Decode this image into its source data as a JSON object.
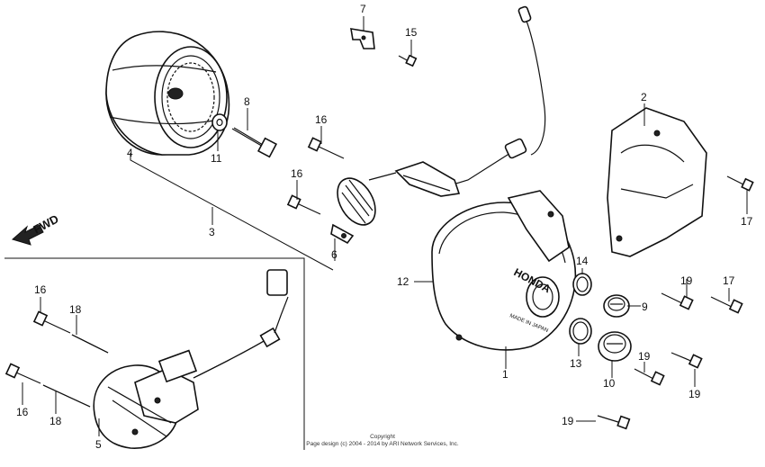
{
  "diagram": {
    "direction_label": "FWD",
    "copyright_line1": "Copyright",
    "copyright_line2": "Page design (c) 2004 - 2014 by ARI Network Services, Inc.",
    "cover_marking_brand": "HONDA",
    "cover_marking_origin": "MADE IN JAPAN"
  },
  "callouts": [
    {
      "id": "p7",
      "label": "7"
    },
    {
      "id": "p15",
      "label": "15"
    },
    {
      "id": "p8",
      "label": "8"
    },
    {
      "id": "p11",
      "label": "11"
    },
    {
      "id": "p4",
      "label": "4"
    },
    {
      "id": "p16a",
      "label": "16"
    },
    {
      "id": "p16b",
      "label": "16"
    },
    {
      "id": "p3",
      "label": "3"
    },
    {
      "id": "p6",
      "label": "6"
    },
    {
      "id": "p2",
      "label": "2"
    },
    {
      "id": "p17a",
      "label": "17"
    },
    {
      "id": "p12",
      "label": "12"
    },
    {
      "id": "p14",
      "label": "14"
    },
    {
      "id": "p19a",
      "label": "19"
    },
    {
      "id": "p17b",
      "label": "17"
    },
    {
      "id": "p9",
      "label": "9"
    },
    {
      "id": "p13",
      "label": "13"
    },
    {
      "id": "p1",
      "label": "1"
    },
    {
      "id": "p19b",
      "label": "19"
    },
    {
      "id": "p19c",
      "label": "19"
    },
    {
      "id": "p10",
      "label": "10"
    },
    {
      "id": "p19d",
      "label": "19"
    },
    {
      "id": "p16c",
      "label": "16"
    },
    {
      "id": "p18a",
      "label": "18"
    },
    {
      "id": "p16d",
      "label": "16"
    },
    {
      "id": "p18b",
      "label": "18"
    },
    {
      "id": "p5",
      "label": "5"
    }
  ]
}
